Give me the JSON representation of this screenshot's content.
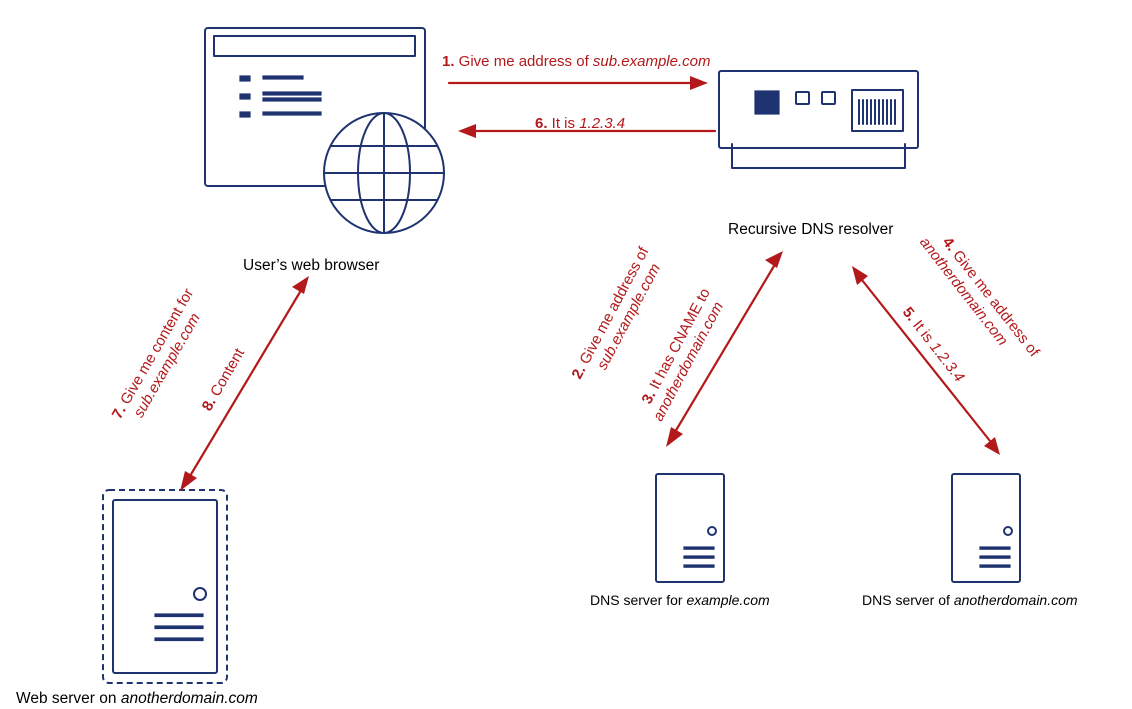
{
  "colors": {
    "ink": "#1f3370",
    "accent": "#b3191b",
    "text": "#000000"
  },
  "nodes": {
    "browser": {
      "caption": "User’s web browser",
      "icon": "browser-window-icon"
    },
    "resolver": {
      "caption": "Recursive DNS resolver",
      "icon": "resolver-server-icon"
    },
    "web_server": {
      "caption_prefix": "Web server on ",
      "caption_domain": "anotherdomain.com",
      "icon": "server-icon"
    },
    "dns_example": {
      "caption_prefix": "DNS server for ",
      "caption_domain": "example.com",
      "icon": "server-icon"
    },
    "dns_another": {
      "caption_prefix": "DNS server of ",
      "caption_domain": "anotherdomain.com",
      "icon": "server-icon"
    }
  },
  "steps": [
    {
      "num": "1.",
      "text": " Give me address of ",
      "italic": "sub.example.com"
    },
    {
      "num": "2.",
      "text": " Give me address of",
      "italic": "sub.example.com"
    },
    {
      "num": "3.",
      "text": " It has CNAME to",
      "italic": "anotherdomain.com"
    },
    {
      "num": "4.",
      "text": " Give me address of",
      "italic": "anotherdomain.com"
    },
    {
      "num": "5.",
      "text": " It is ",
      "italic": "1.2.3.4"
    },
    {
      "num": "6.",
      "text": " It is ",
      "italic": "1.2.3.4"
    },
    {
      "num": "7.",
      "text": " Give me content for",
      "italic": "sub.example.com"
    },
    {
      "num": "8.",
      "text": " Content",
      "italic": ""
    }
  ]
}
